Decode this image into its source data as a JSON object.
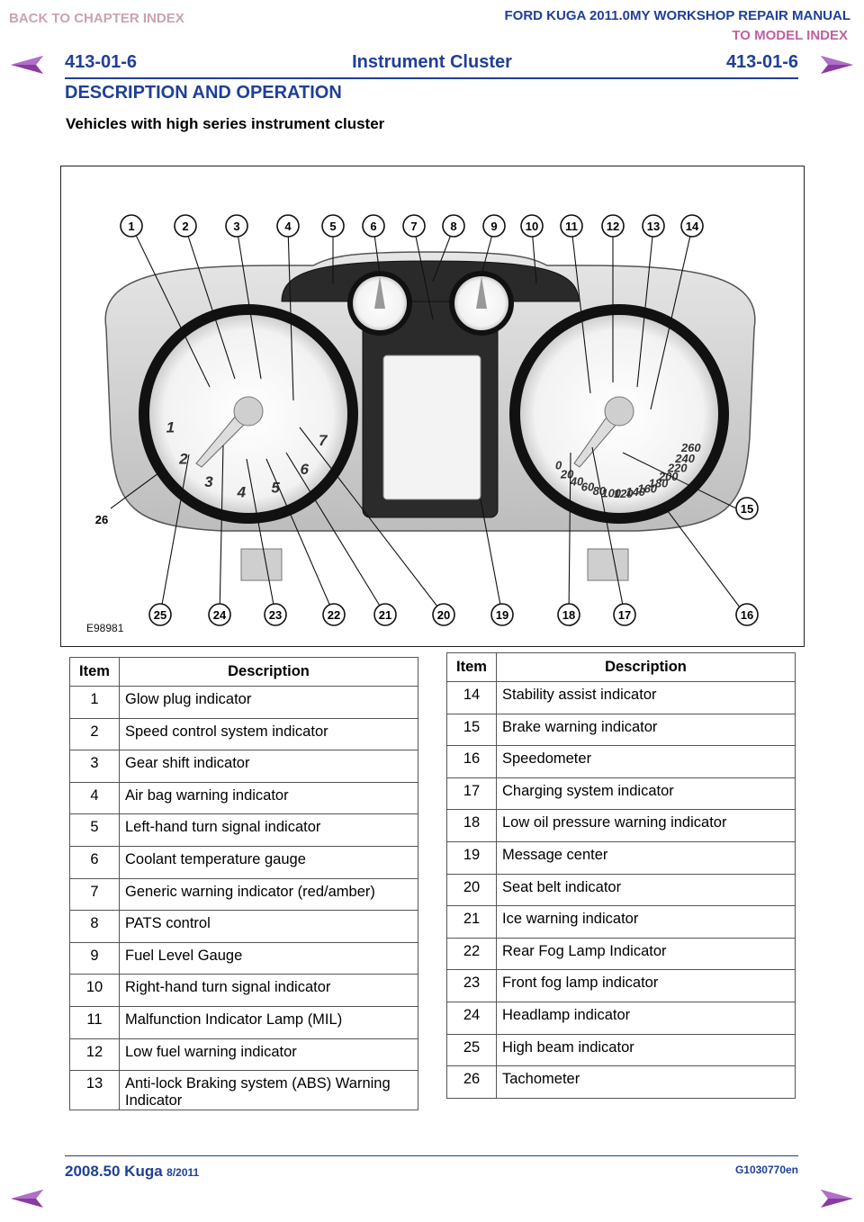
{
  "nav": {
    "back_to_chapter": "BACK TO CHAPTER INDEX",
    "manual_title": "FORD KUGA 2011.0MY WORKSHOP REPAIR MANUAL",
    "to_model_index": "TO MODEL INDEX"
  },
  "header": {
    "page_code_left": "413-01-6",
    "title": "Instrument Cluster",
    "page_code_right": "413-01-6"
  },
  "section_title": "DESCRIPTION AND OPERATION",
  "subsection_title": "Vehicles with high series instrument cluster",
  "figure": {
    "id": "E98981",
    "callouts": [
      "1",
      "2",
      "3",
      "4",
      "5",
      "6",
      "7",
      "8",
      "9",
      "10",
      "11",
      "12",
      "13",
      "14",
      "15",
      "16",
      "17",
      "18",
      "19",
      "20",
      "21",
      "22",
      "23",
      "24",
      "25",
      "26"
    ],
    "tach_numbers": [
      "1",
      "2",
      "3",
      "4",
      "5",
      "6",
      "7"
    ],
    "speedo_numbers": [
      "0",
      "20",
      "40",
      "60",
      "80",
      "100",
      "120",
      "140",
      "160",
      "180",
      "200",
      "220",
      "240",
      "260"
    ]
  },
  "table_left": {
    "headers": [
      "Item",
      "Description"
    ],
    "rows": [
      {
        "item": "1",
        "description": "Glow plug indicator"
      },
      {
        "item": "2",
        "description": "Speed control system indicator"
      },
      {
        "item": "3",
        "description": "Gear shift indicator"
      },
      {
        "item": "4",
        "description": "Air bag warning indicator"
      },
      {
        "item": "5",
        "description": "Left-hand turn signal indicator"
      },
      {
        "item": "6",
        "description": "Coolant temperature gauge"
      },
      {
        "item": "7",
        "description": "Generic warning indicator (red/amber)"
      },
      {
        "item": "8",
        "description": "PATS control"
      },
      {
        "item": "9",
        "description": "Fuel Level Gauge"
      },
      {
        "item": "10",
        "description": "Right-hand turn signal indicator"
      },
      {
        "item": "11",
        "description": "Malfunction Indicator Lamp (MIL)"
      },
      {
        "item": "12",
        "description": "Low fuel warning indicator"
      },
      {
        "item": "13",
        "description": "Anti-lock Braking system (ABS) Warning Indicator"
      }
    ]
  },
  "table_right": {
    "headers": [
      "Item",
      "Description"
    ],
    "rows": [
      {
        "item": "14",
        "description": "Stability assist indicator"
      },
      {
        "item": "15",
        "description": "Brake warning indicator"
      },
      {
        "item": "16",
        "description": "Speedometer"
      },
      {
        "item": "17",
        "description": "Charging system indicator"
      },
      {
        "item": "18",
        "description": "Low oil pressure warning indicator"
      },
      {
        "item": "19",
        "description": "Message center"
      },
      {
        "item": "20",
        "description": "Seat belt indicator"
      },
      {
        "item": "21",
        "description": "Ice warning indicator"
      },
      {
        "item": "22",
        "description": "Rear Fog Lamp Indicator"
      },
      {
        "item": "23",
        "description": "Front fog lamp indicator"
      },
      {
        "item": "24",
        "description": "Headlamp indicator"
      },
      {
        "item": "25",
        "description": "High beam indicator"
      },
      {
        "item": "26",
        "description": "Tachometer"
      }
    ]
  },
  "footer": {
    "model": "2008.50 Kuga",
    "date": "8/2011",
    "code": "G1030770en"
  },
  "colors": {
    "accent": "#1f3f99",
    "nav_link": "#c9a3b0",
    "arrow": "#8a3aa0"
  }
}
